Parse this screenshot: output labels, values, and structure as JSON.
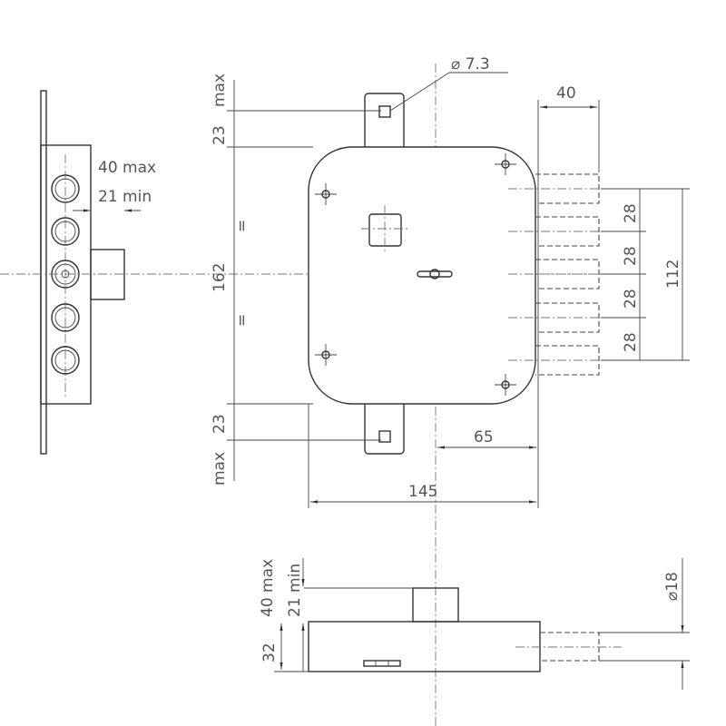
{
  "side_view": {
    "label_40max": "40 max",
    "label_21min": "21 min"
  },
  "front_view": {
    "hole_dia": "⌀ 7.3",
    "top_23": "23",
    "top_max": "max",
    "height_162": "162",
    "eq_top": "=",
    "eq_bottom": "=",
    "bottom_23": "23",
    "bottom_max": "max",
    "dim_65": "65",
    "dim_145": "145",
    "dim_40": "40",
    "bolt_spacing": [
      "28",
      "28",
      "28",
      "28"
    ],
    "dim_112": "112"
  },
  "bottom_view": {
    "label_40max": "40 max",
    "label_21min": "21 min",
    "dim_32": "32",
    "dia_18": "⌀18"
  }
}
